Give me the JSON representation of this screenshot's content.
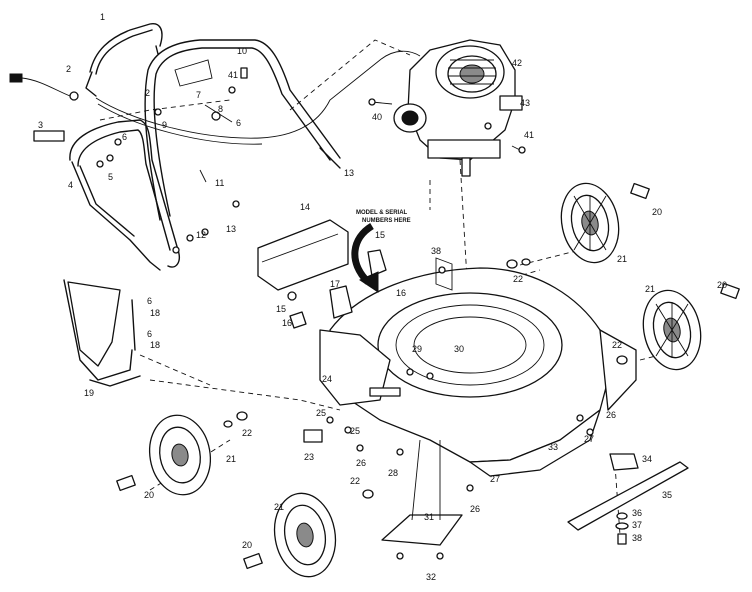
{
  "diagram": {
    "note_lines": [
      "MODEL & SERIAL",
      "NUMBERS HERE"
    ],
    "callouts": [
      {
        "id": "c1",
        "text": "1"
      },
      {
        "id": "c2a",
        "text": "2"
      },
      {
        "id": "c2b",
        "text": "2"
      },
      {
        "id": "c3",
        "text": "3"
      },
      {
        "id": "c4",
        "text": "4"
      },
      {
        "id": "c5",
        "text": "5"
      },
      {
        "id": "c6a",
        "text": "6"
      },
      {
        "id": "c6b",
        "text": "6"
      },
      {
        "id": "c6c",
        "text": "6"
      },
      {
        "id": "c6d",
        "text": "6"
      },
      {
        "id": "c7",
        "text": "7"
      },
      {
        "id": "c8",
        "text": "8"
      },
      {
        "id": "c9",
        "text": "9"
      },
      {
        "id": "c10",
        "text": "10"
      },
      {
        "id": "c11",
        "text": "11"
      },
      {
        "id": "c12",
        "text": "12"
      },
      {
        "id": "c13a",
        "text": "13"
      },
      {
        "id": "c13b",
        "text": "13"
      },
      {
        "id": "c14",
        "text": "14"
      },
      {
        "id": "c15a",
        "text": "15"
      },
      {
        "id": "c15b",
        "text": "15"
      },
      {
        "id": "c16a",
        "text": "16"
      },
      {
        "id": "c16b",
        "text": "16"
      },
      {
        "id": "c17",
        "text": "17"
      },
      {
        "id": "c18a",
        "text": "18"
      },
      {
        "id": "c18b",
        "text": "18"
      },
      {
        "id": "c19",
        "text": "19"
      },
      {
        "id": "c20a",
        "text": "20"
      },
      {
        "id": "c20b",
        "text": "20"
      },
      {
        "id": "c20c",
        "text": "20"
      },
      {
        "id": "c20d",
        "text": "20"
      },
      {
        "id": "c21a",
        "text": "21"
      },
      {
        "id": "c21b",
        "text": "21"
      },
      {
        "id": "c21c",
        "text": "21"
      },
      {
        "id": "c21d",
        "text": "21"
      },
      {
        "id": "c22a",
        "text": "22"
      },
      {
        "id": "c22b",
        "text": "22"
      },
      {
        "id": "c22c",
        "text": "22"
      },
      {
        "id": "c22d",
        "text": "22"
      },
      {
        "id": "c23",
        "text": "23"
      },
      {
        "id": "c24",
        "text": "24"
      },
      {
        "id": "c25a",
        "text": "25"
      },
      {
        "id": "c25b",
        "text": "25"
      },
      {
        "id": "c26a",
        "text": "26"
      },
      {
        "id": "c26b",
        "text": "26"
      },
      {
        "id": "c26c",
        "text": "26"
      },
      {
        "id": "c27a",
        "text": "27"
      },
      {
        "id": "c27b",
        "text": "27"
      },
      {
        "id": "c28",
        "text": "28"
      },
      {
        "id": "c29",
        "text": "29"
      },
      {
        "id": "c30",
        "text": "30"
      },
      {
        "id": "c31",
        "text": "31"
      },
      {
        "id": "c32",
        "text": "32"
      },
      {
        "id": "c33",
        "text": "33"
      },
      {
        "id": "c34",
        "text": "34"
      },
      {
        "id": "c35",
        "text": "35"
      },
      {
        "id": "c36",
        "text": "36"
      },
      {
        "id": "c37",
        "text": "37"
      },
      {
        "id": "c38a",
        "text": "38"
      },
      {
        "id": "c38b",
        "text": "38"
      },
      {
        "id": "c40",
        "text": "40"
      },
      {
        "id": "c41a",
        "text": "41"
      },
      {
        "id": "c41b",
        "text": "41"
      },
      {
        "id": "c42",
        "text": "42"
      },
      {
        "id": "c43",
        "text": "43"
      }
    ]
  }
}
